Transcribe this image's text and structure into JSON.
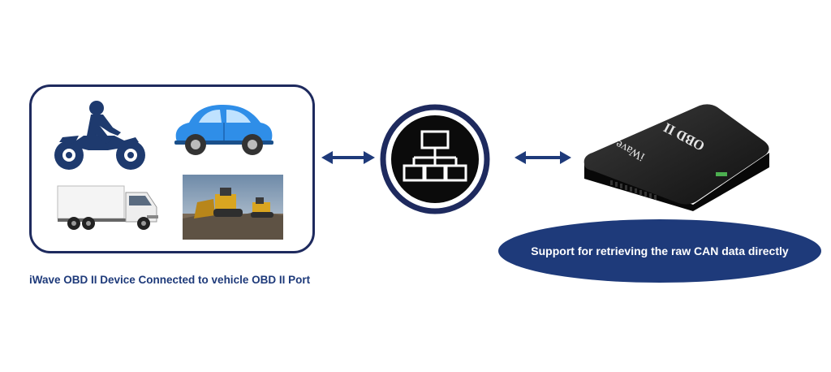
{
  "caption": "iWave OBD II Device Connected to vehicle OBD II Port",
  "device": {
    "label": "OBD II",
    "brand": "iWave"
  },
  "info": {
    "text": "Support for retrieving the raw CAN data directly"
  },
  "icons": {
    "motorcycle": "motorcycle-icon",
    "car": "car-icon",
    "truck": "truck-icon",
    "bulldozer": "bulldozer-icon",
    "network": "network-hierarchy-icon"
  },
  "colors": {
    "navy": "#1e2a5e",
    "accent_blue": "#1e3a7a",
    "car_blue": "#2f8ee8"
  }
}
